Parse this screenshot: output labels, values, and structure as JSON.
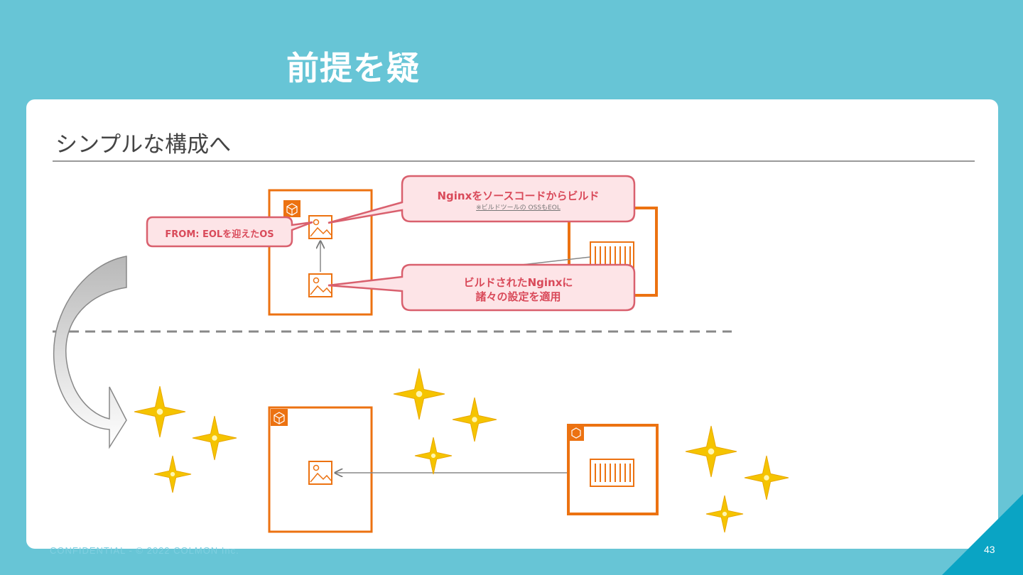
{
  "slide": {
    "title": "前提を疑",
    "heading": "シンプルな構成へ",
    "footer": "CONFIDENTIAL - © 2022 COLMON Inc.",
    "page_number": "43"
  },
  "callouts": {
    "from_os": "FROM: EOLを迎えたOS",
    "nginx_build": "Nginxをソースコードからビルド",
    "nginx_build_note": "※ビルドツールの OSSもEOL",
    "apply_settings_line1": "ビルドされたNginxに",
    "apply_settings_line2": "諸々の設定を適用"
  },
  "colors": {
    "background": "#67c5d6",
    "card": "#ffffff",
    "accent_orange": "#ec7211",
    "callout_border": "#d9606e",
    "callout_fill": "#fde4e7",
    "sparkle": "#f5c400",
    "corner": "#0aa4c4"
  },
  "icons": [
    "container-icon",
    "image-icon",
    "registry-icon",
    "sparkle-icon",
    "curved-arrow"
  ]
}
